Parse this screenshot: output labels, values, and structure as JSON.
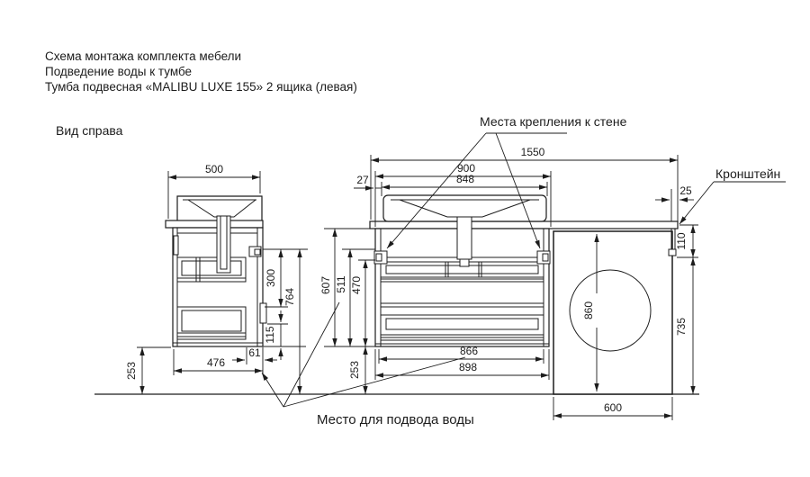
{
  "title": {
    "line1": "Схема монтажа комплекта мебели",
    "line2": "Подведение воды к тумбе",
    "line3": "Тумба подвесная «MALIBU LUXE 155»  2 ящика (левая)"
  },
  "labels": {
    "side_view": "Вид справа",
    "wall_mount": "Места крепления к стене",
    "bracket": "Кронштейн",
    "water_supply": "Место  для подвода воды"
  },
  "dims": {
    "side_width": "500",
    "side_depth": "476",
    "side_gap": "61",
    "side_floor": "253",
    "side_h300": "300",
    "side_h764": "764",
    "side_h115": "115",
    "front_total": "1550",
    "front_w900": "900",
    "front_w848": "848",
    "front_off27": "27",
    "front_h607": "607",
    "front_h511": "511",
    "front_h470": "470",
    "front_floor": "253",
    "front_w866": "866",
    "front_w898": "898",
    "wm_off25": "25",
    "wm_h110": "110",
    "wm_h735": "735",
    "wm_door": "860",
    "wm_width": "600"
  },
  "colors": {
    "ink": "#1c1c1c",
    "background": "#ffffff"
  }
}
